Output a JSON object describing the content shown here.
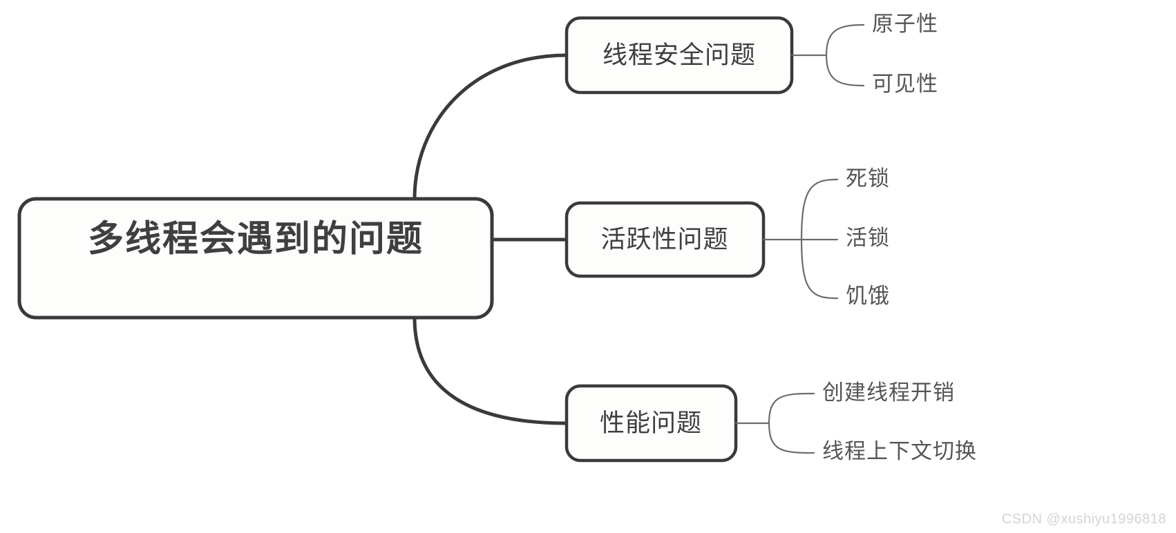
{
  "diagram": {
    "type": "mindmap",
    "orientation": "left-to-right",
    "background_color": "#ffffff",
    "node_stroke_color": "#3a3a3a",
    "node_fill_color": "#fdfdfc",
    "leaf_line_color": "#6b6b6b",
    "text_color": "#3f3f3f"
  },
  "root": {
    "label": "多线程会遇到的问题"
  },
  "branches": [
    {
      "label": "线程安全问题",
      "leaves": [
        {
          "label": "原子性"
        },
        {
          "label": "可见性"
        }
      ]
    },
    {
      "label": "活跃性问题",
      "leaves": [
        {
          "label": "死锁"
        },
        {
          "label": "活锁"
        },
        {
          "label": "饥饿"
        }
      ]
    },
    {
      "label": "性能问题",
      "leaves": [
        {
          "label": "创建线程开销"
        },
        {
          "label": "线程上下文切换"
        }
      ]
    }
  ],
  "watermark": {
    "text": "CSDN @xushiyu1996818"
  }
}
